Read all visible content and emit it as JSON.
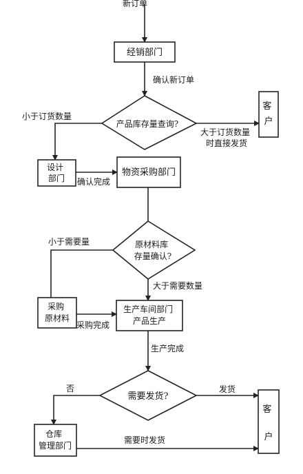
{
  "top_label": "新订单",
  "nodes": {
    "sales": "经销部门",
    "inventory_check": "产品库存量查询?",
    "customer_top": "客户",
    "design": [
      "设计",
      "部门"
    ],
    "purchasing": "物资采购部门",
    "material_check": [
      "原材料库",
      "存量确认?"
    ],
    "buy_material": [
      "采购",
      "原材料"
    ],
    "production": [
      "生产车间部门",
      "产品生产"
    ],
    "ship_check": "需要发货?",
    "warehouse": [
      "仓库",
      "管理部门"
    ],
    "customer_bottom": "客户"
  },
  "edges": {
    "confirm_new_order": "确认新订单",
    "less_than_order": "小于订货数量",
    "greater_than_order": [
      "大于订货数量",
      "时直接发货"
    ],
    "confirm_done": "确认完成",
    "less_than_need": "小于需要量",
    "greater_than_need": "大于需要数量",
    "purchase_done": "采购完成",
    "production_done": "生产完成",
    "no": "否",
    "ship": "发货",
    "ship_when_needed": "需要时发货"
  }
}
